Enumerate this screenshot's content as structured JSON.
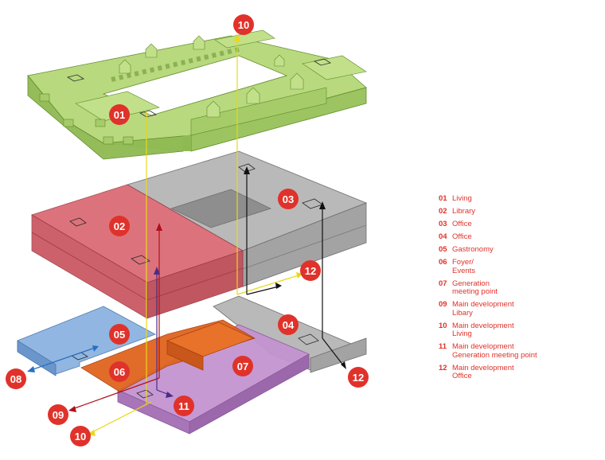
{
  "badges": {
    "b01": "01",
    "b02": "02",
    "b03": "03",
    "b04": "04",
    "b05": "05",
    "b06": "06",
    "b07": "07",
    "b08": "08",
    "b09": "09",
    "b10_top": "10",
    "b10_bottom": "10",
    "b11": "11",
    "b12_upper": "12",
    "b12_lower": "12"
  },
  "legend": [
    {
      "num": "01",
      "label": "Living"
    },
    {
      "num": "02",
      "label": "Library"
    },
    {
      "num": "03",
      "label": "Office"
    },
    {
      "num": "04",
      "label": "Office"
    },
    {
      "num": "05",
      "label": "Gastronomy"
    },
    {
      "num": "06",
      "label": "Foyer/\nEvents"
    },
    {
      "num": "07",
      "label": "Generation\nmeeting point"
    },
    {
      "num": "09",
      "label": "Main development\nLibary"
    },
    {
      "num": "10",
      "label": "Main development\nLiving"
    },
    {
      "num": "11",
      "label": "Main development\nGeneration meeting point"
    },
    {
      "num": "12",
      "label": "Main development\nOffice"
    }
  ],
  "colors": {
    "accent": "#e0322a",
    "living": "#a8cf6a",
    "library": "#d9646e",
    "office": "#9c9c9c",
    "gastronomy": "#7fa7d8",
    "foyer": "#e0651f",
    "meeting": "#b578c0"
  }
}
